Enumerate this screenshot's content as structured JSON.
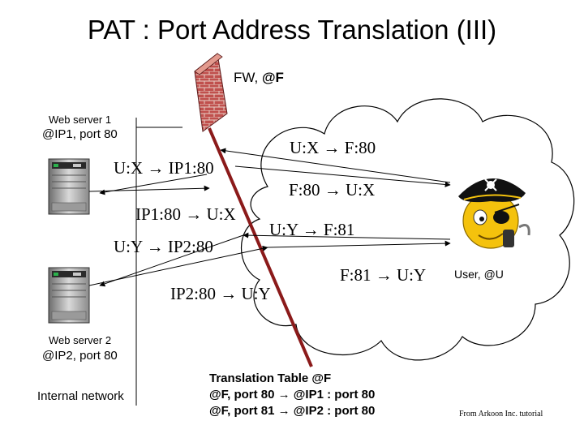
{
  "title": "PAT : Port Address Translation (III)",
  "firewall": {
    "name": "FW, ",
    "address": "@F"
  },
  "web_server_1": {
    "name": "Web server 1",
    "address": "@IP1, port 80"
  },
  "web_server_2": {
    "name": "Web server 2",
    "address": "@IP2, port 80"
  },
  "user": {
    "label": "User, @U"
  },
  "internal_network": "Internal network",
  "flows": {
    "ux_to_f80": "U:X → F:80",
    "ux_to_ip1_80": "U:X → IP1:80",
    "f80_to_ux": "F:80 → U:X",
    "ip1_80_to_ux": "IP1:80 → U:X",
    "uy_to_f81": "U:Y → F:81",
    "uy_to_ip2_80": "U:Y → IP2:80",
    "f81_to_uy": "F:81 → U:Y",
    "ip2_80_to_uy": "IP2:80 → U:Y"
  },
  "translation_table": {
    "title": "Translation Table @F",
    "rows": [
      "@F, port 80 → @IP1 : port 80",
      "@F, port 81 → @IP2 : port 80"
    ]
  },
  "credit": "From Arkoon Inc. tutorial",
  "colors": {
    "firewall_brick": "#c0504d",
    "firewall_boundary": "#8b1a1a",
    "pirate_face": "#f4c20d"
  }
}
